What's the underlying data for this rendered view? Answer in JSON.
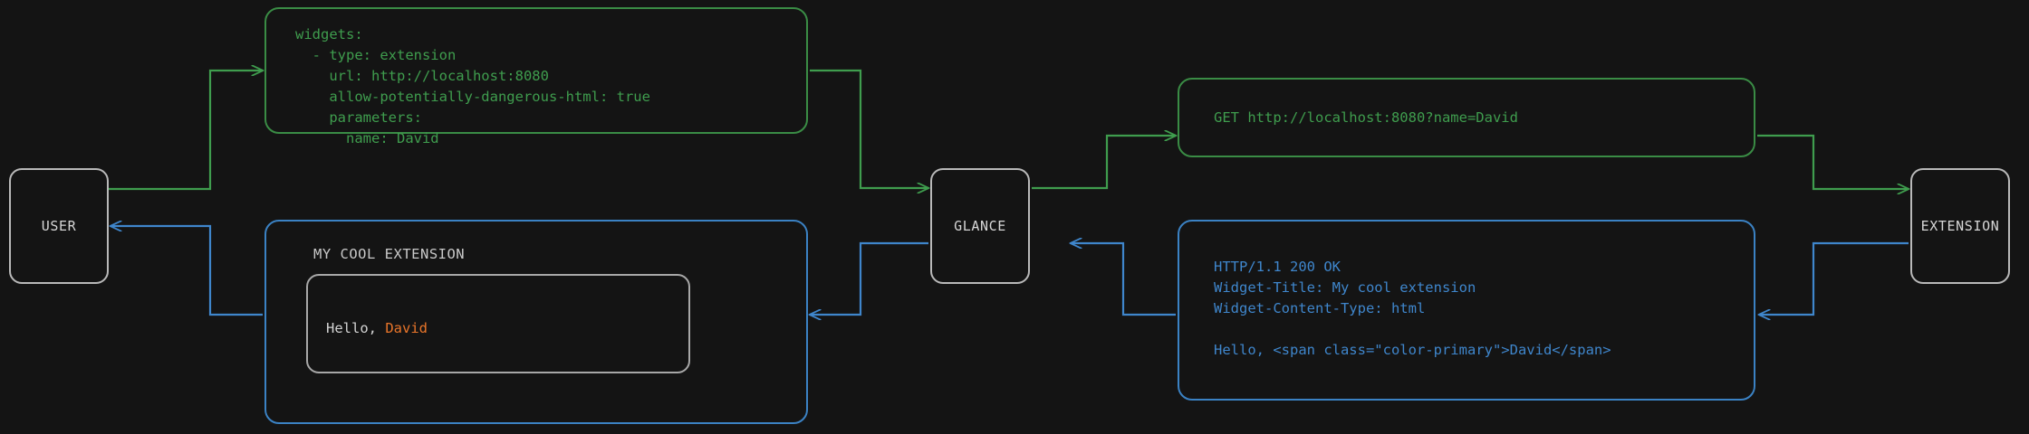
{
  "diagram": {
    "title": "Glance extension widget request/response flow",
    "background_color": "#141414",
    "colors": {
      "request_green": "#3f9d4e",
      "response_blue": "#3f86cc",
      "node_border": "#b9b9b9",
      "node_text": "#d6d6d6",
      "accent_orange": "#e8752a"
    }
  },
  "nodes": [
    {
      "id": "user",
      "label": "USER"
    },
    {
      "id": "glance",
      "label": "GLANCE"
    },
    {
      "id": "extension",
      "label": "EXTENSION"
    }
  ],
  "panels": {
    "yaml_config": {
      "color": "green",
      "code": "widgets:\n  - type: extension\n    url: http://localhost:8080\n    allow-potentially-dangerous-html: true\n    parameters:\n      name: David"
    },
    "get_request": {
      "color": "green",
      "code": "GET http://localhost:8080?name=David"
    },
    "http_response": {
      "color": "blue",
      "code": "HTTP/1.1 200 OK\nWidget-Title: My cool extension\nWidget-Content-Type: html\n\nHello, <span class=\"color-primary\">David</span>"
    },
    "rendered_widget": {
      "color": "blue",
      "widget_title": "MY COOL EXTENSION",
      "body_prefix": "Hello, ",
      "body_accent": "David"
    }
  },
  "edges": [
    {
      "id": "user-to-yaml",
      "color": "green",
      "from": "user",
      "to": "yaml_config"
    },
    {
      "id": "yaml-to-glance",
      "color": "green",
      "from": "yaml_config",
      "to": "glance"
    },
    {
      "id": "glance-to-get",
      "color": "green",
      "from": "glance",
      "to": "get_request"
    },
    {
      "id": "get-to-extension",
      "color": "green",
      "from": "get_request",
      "to": "extension"
    },
    {
      "id": "extension-to-response",
      "color": "blue",
      "from": "extension",
      "to": "http_response"
    },
    {
      "id": "response-to-glance",
      "color": "blue",
      "from": "http_response",
      "to": "glance"
    },
    {
      "id": "glance-to-widget",
      "color": "blue",
      "from": "glance",
      "to": "rendered_widget"
    },
    {
      "id": "widget-to-user",
      "color": "blue",
      "from": "rendered_widget",
      "to": "user"
    }
  ]
}
